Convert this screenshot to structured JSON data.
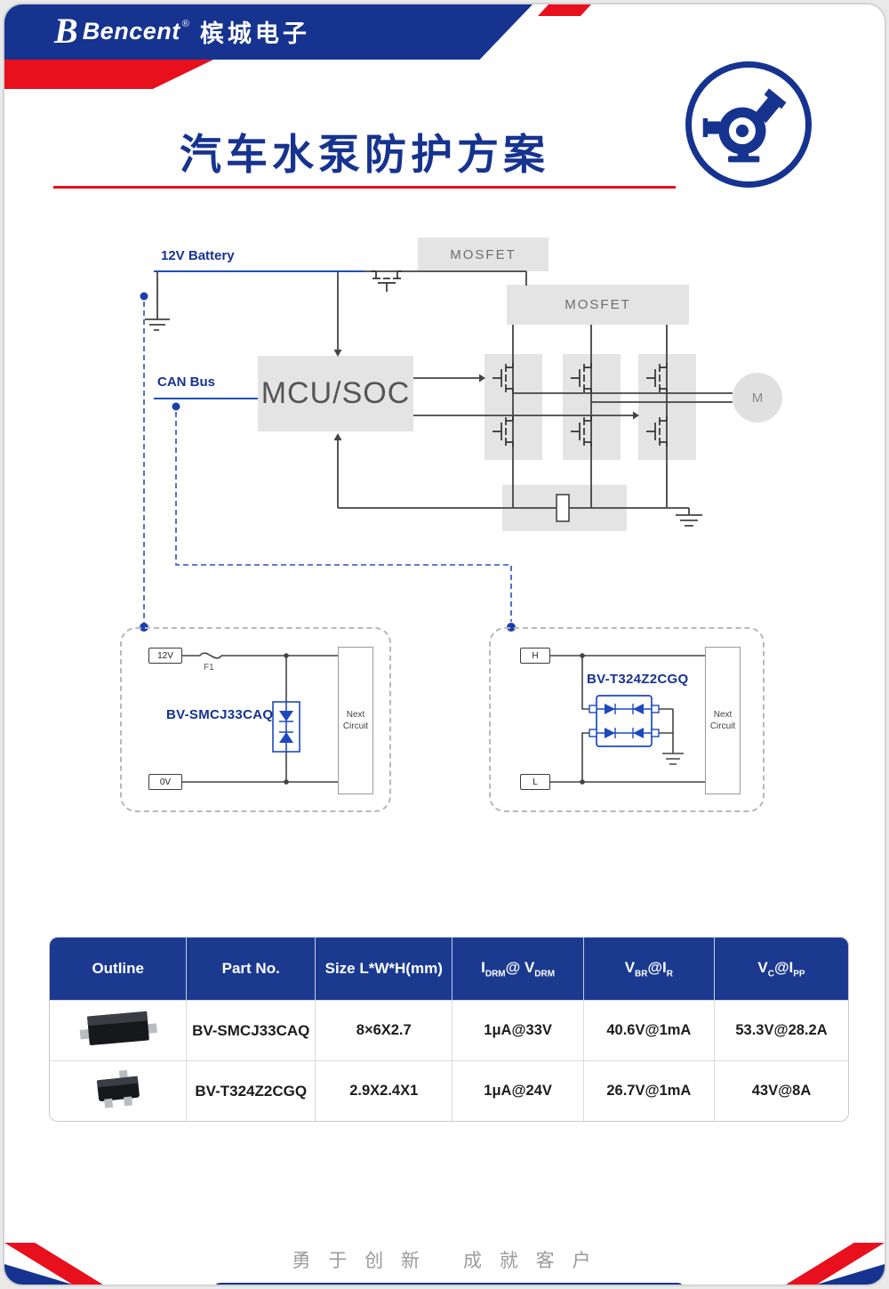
{
  "header": {
    "brand_mark": "B",
    "brand": "Bencent",
    "reg": "®",
    "brand_cn": "槟城电子"
  },
  "hero": {
    "title": "汽车水泵防护方案"
  },
  "diagram": {
    "battery_label": "12V Battery",
    "can_label": "CAN Bus",
    "mosfet_block_1": "MOSFET",
    "mosfet_block_2": "MOSFET",
    "mcu_label": "MCU/SOC",
    "motor_label": "M",
    "detail_left": {
      "input_tag": "12V",
      "fuse_label": "F1",
      "part_label": "BV-SMCJ33CAQ",
      "next_block": "Next Circuit",
      "return_tag": "0V"
    },
    "detail_right": {
      "input_tag": "H",
      "part_label": "BV-T324Z2CGQ",
      "next_block": "Next Circuit",
      "return_tag": "L"
    }
  },
  "table": {
    "headers": {
      "outline": "Outline",
      "part": "Part No.",
      "size": "Size L*W*H(mm)",
      "idrm": {
        "base1": "I",
        "sub1": "DRM",
        "base2": "@ V",
        "sub2": "DRM"
      },
      "vbr": {
        "base1": "V",
        "sub1": "BR",
        "base2": "@I",
        "sub2": "R"
      },
      "vc": {
        "base1": "V",
        "sub1": "C",
        "base2": "@I",
        "sub2": "PP"
      }
    },
    "rows": [
      {
        "outline": "smc-package",
        "part": "BV-SMCJ33CAQ",
        "size": "8×6X2.7",
        "idrm": "1μA@33V",
        "vbr": "40.6V@1mA",
        "vc": "53.3V@28.2A"
      },
      {
        "outline": "sot23-package",
        "part": "BV-T324Z2CGQ",
        "size": "2.9X2.4X1",
        "idrm": "1μA@24V",
        "vbr": "26.7V@1mA",
        "vc": "43V@8A"
      }
    ]
  },
  "footer": {
    "slogan_left": "勇 于 创 新",
    "slogan_right": "成 就 客 户"
  },
  "colors": {
    "brand_blue": "#16338f",
    "table_header_blue": "#1b3a8f",
    "accent_red": "#e8101c",
    "wire_blue": "#2050b8",
    "dashed_blue": "#2b50b5",
    "block_gray": "#e4e4e4"
  }
}
